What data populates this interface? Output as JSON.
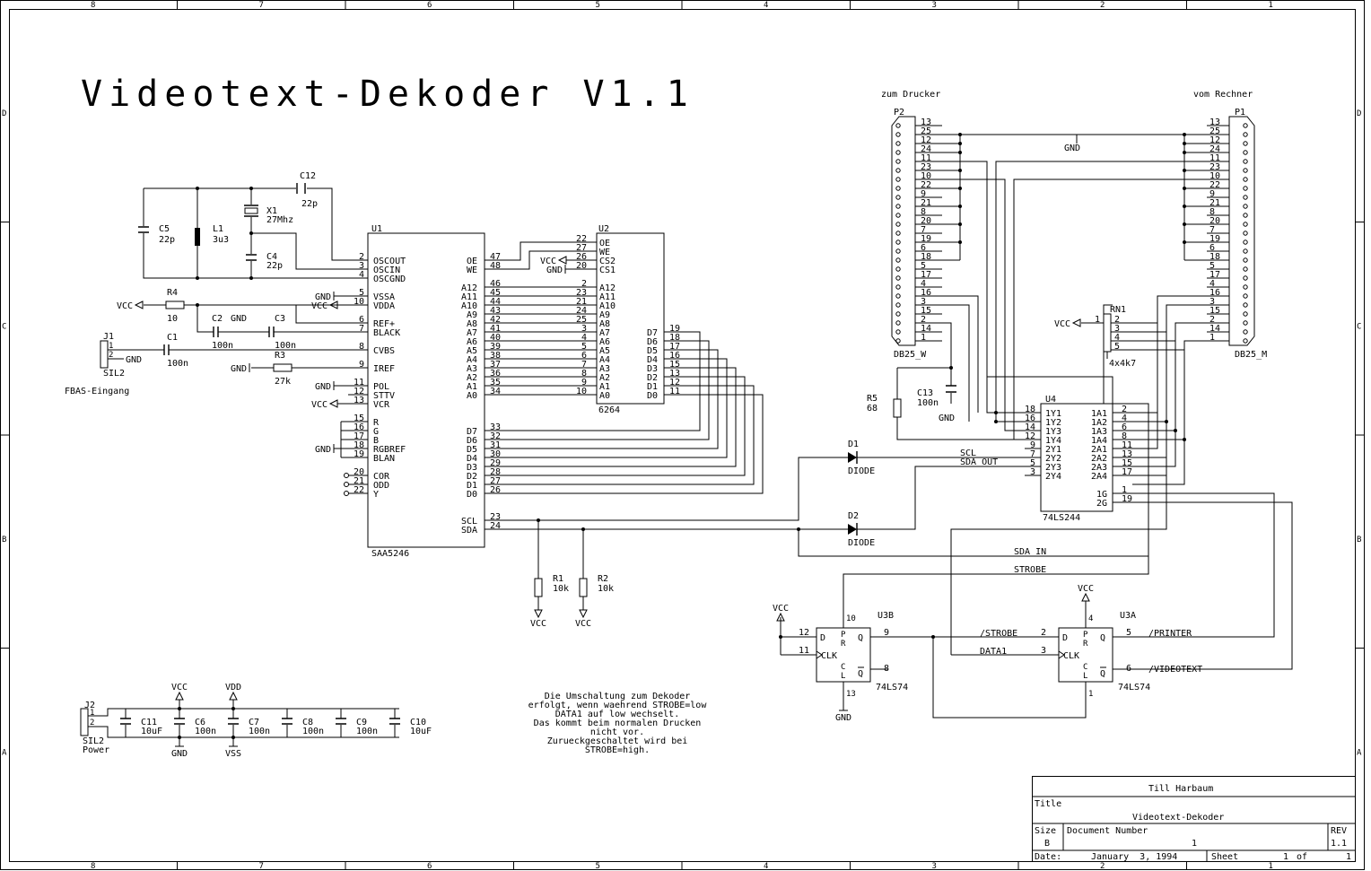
{
  "title": "Videotext-Dekoder V1.1",
  "frame": {
    "col_numbers": [
      "8",
      "7",
      "6",
      "5",
      "4",
      "3",
      "2",
      "1"
    ],
    "row_letters": [
      "D",
      "C",
      "B",
      "A"
    ]
  },
  "connectors": {
    "p2_caption": "zum Drucker",
    "p1_caption": "vom Rechner",
    "p2_ref": "P2",
    "p1_ref": "P1",
    "p2_type": "DB25_W",
    "p1_type": "DB25_M",
    "pins": [
      "13",
      "25",
      "12",
      "24",
      "11",
      "23",
      "10",
      "22",
      "9",
      "21",
      "8",
      "20",
      "7",
      "19",
      "6",
      "18",
      "5",
      "17",
      "4",
      "16",
      "3",
      "15",
      "2",
      "14",
      "1"
    ],
    "gnd": "GND"
  },
  "u1": {
    "ref": "U1",
    "part": "SAA5246",
    "left_pins": [
      {
        "num": "2",
        "name": "OSCOUT"
      },
      {
        "num": "3",
        "name": "OSCIN"
      },
      {
        "num": "4",
        "name": "OSCGND"
      },
      {
        "num": "5",
        "name": "VSSA"
      },
      {
        "num": "10",
        "name": "VDDA"
      },
      {
        "num": "6",
        "name": "REF+"
      },
      {
        "num": "7",
        "name": "BLACK"
      },
      {
        "num": "8",
        "name": "CVBS"
      },
      {
        "num": "9",
        "name": "IREF"
      },
      {
        "num": "11",
        "name": "POL"
      },
      {
        "num": "12",
        "name": "STTV"
      },
      {
        "num": "13",
        "name": "VCR"
      },
      {
        "num": "15",
        "name": "R"
      },
      {
        "num": "16",
        "name": "G"
      },
      {
        "num": "17",
        "name": "B"
      },
      {
        "num": "18",
        "name": "RGBREF"
      },
      {
        "num": "19",
        "name": "BLAN"
      },
      {
        "num": "20",
        "name": "COR"
      },
      {
        "num": "21",
        "name": "ODD"
      },
      {
        "num": "22",
        "name": "Y"
      }
    ],
    "right_pins": [
      {
        "name": "OE",
        "num": "47"
      },
      {
        "name": "WE",
        "num": "48"
      },
      {
        "name": "A12",
        "num": "46"
      },
      {
        "name": "A11",
        "num": "45"
      },
      {
        "name": "A10",
        "num": "44"
      },
      {
        "name": "A9",
        "num": "43"
      },
      {
        "name": "A8",
        "num": "42"
      },
      {
        "name": "A7",
        "num": "41"
      },
      {
        "name": "A6",
        "num": "40"
      },
      {
        "name": "A5",
        "num": "39"
      },
      {
        "name": "A4",
        "num": "38"
      },
      {
        "name": "A3",
        "num": "37"
      },
      {
        "name": "A2",
        "num": "36"
      },
      {
        "name": "A1",
        "num": "35"
      },
      {
        "name": "A0",
        "num": "34"
      },
      {
        "name": "D7",
        "num": "33"
      },
      {
        "name": "D6",
        "num": "32"
      },
      {
        "name": "D5",
        "num": "31"
      },
      {
        "name": "D4",
        "num": "30"
      },
      {
        "name": "D3",
        "num": "29"
      },
      {
        "name": "D2",
        "num": "28"
      },
      {
        "name": "D1",
        "num": "27"
      },
      {
        "name": "D0",
        "num": "26"
      },
      {
        "name": "SCL",
        "num": "23"
      },
      {
        "name": "SDA",
        "num": "24"
      }
    ]
  },
  "u2": {
    "ref": "U2",
    "part": "6264",
    "left_pins": [
      {
        "num": "22",
        "name": "OE"
      },
      {
        "num": "27",
        "name": "WE"
      },
      {
        "num": "26",
        "name": "CS2"
      },
      {
        "num": "20",
        "name": "CS1"
      },
      {
        "num": "2",
        "name": "A12"
      },
      {
        "num": "23",
        "name": "A11"
      },
      {
        "num": "21",
        "name": "A10"
      },
      {
        "num": "24",
        "name": "A9"
      },
      {
        "num": "25",
        "name": "A8"
      },
      {
        "num": "3",
        "name": "A7"
      },
      {
        "num": "4",
        "name": "A6"
      },
      {
        "num": "5",
        "name": "A5"
      },
      {
        "num": "6",
        "name": "A4"
      },
      {
        "num": "7",
        "name": "A3"
      },
      {
        "num": "8",
        "name": "A2"
      },
      {
        "num": "9",
        "name": "A1"
      },
      {
        "num": "10",
        "name": "A0"
      }
    ],
    "right_pins": [
      {
        "name": "D7",
        "num": "19"
      },
      {
        "name": "D6",
        "num": "18"
      },
      {
        "name": "D5",
        "num": "17"
      },
      {
        "name": "D4",
        "num": "16"
      },
      {
        "name": "D3",
        "num": "15"
      },
      {
        "name": "D2",
        "num": "13"
      },
      {
        "name": "D1",
        "num": "12"
      },
      {
        "name": "D0",
        "num": "11"
      }
    ]
  },
  "u4": {
    "ref": "U4",
    "part": "74LS244",
    "left_pins": [
      {
        "num": "18",
        "name": "1Y1"
      },
      {
        "num": "16",
        "name": "1Y2"
      },
      {
        "num": "14",
        "name": "1Y3"
      },
      {
        "num": "12",
        "name": "1Y4"
      },
      {
        "num": "9",
        "name": "2Y1"
      },
      {
        "num": "7",
        "name": "2Y2"
      },
      {
        "num": "5",
        "name": "2Y3"
      },
      {
        "num": "3",
        "name": "2Y4"
      }
    ],
    "right_pins": [
      {
        "name": "1A1",
        "num": "2"
      },
      {
        "name": "1A2",
        "num": "4"
      },
      {
        "name": "1A3",
        "num": "6"
      },
      {
        "name": "1A4",
        "num": "8"
      },
      {
        "name": "2A1",
        "num": "11"
      },
      {
        "name": "2A2",
        "num": "13"
      },
      {
        "name": "2A3",
        "num": "15"
      },
      {
        "name": "2A4",
        "num": "17"
      },
      {
        "name": "1G",
        "num": "1"
      },
      {
        "name": "2G",
        "num": "19"
      }
    ]
  },
  "u3b": {
    "ref": "U3B",
    "part": "74LS74",
    "d_num": "12",
    "clk_num": "11",
    "q_num": "9",
    "qn_num": "8",
    "pr_num": "10",
    "cl_num": "13"
  },
  "u3a": {
    "ref": "U3A",
    "part": "74LS74",
    "d_num": "2",
    "clk_num": "3",
    "q_num": "5",
    "qn_num": "6",
    "pr_num": "4",
    "cl_num": "1"
  },
  "pin_letters": {
    "d": "D",
    "clk": "CLK",
    "q": "Q",
    "qn": "Q",
    "p": "P",
    "r": "R",
    "c": "C",
    "l": "L"
  },
  "rn1": {
    "ref": "RN1",
    "value": "4x4k7",
    "pins": [
      "1",
      "2",
      "3",
      "4",
      "5"
    ]
  },
  "parts": {
    "C12": {
      "ref": "C12",
      "value": "22p"
    },
    "C5": {
      "ref": "C5",
      "value": "22p"
    },
    "L1": {
      "ref": "L1",
      "value": "3u3"
    },
    "X1": {
      "ref": "X1",
      "value": "27Mhz"
    },
    "C4": {
      "ref": "C4",
      "value": "22p"
    },
    "R4": {
      "ref": "R4",
      "value": "10"
    },
    "C2": {
      "ref": "C2",
      "value": "100n"
    },
    "C3": {
      "ref": "C3",
      "value": "100n"
    },
    "C1": {
      "ref": "C1",
      "value": "100n"
    },
    "R3": {
      "ref": "R3",
      "value": "27k"
    },
    "J1": {
      "ref": "J1",
      "value": "SIL2",
      "caption": "FBAS-Eingang",
      "pin1": "1",
      "pin2": "2"
    },
    "R1": {
      "ref": "R1",
      "value": "10k"
    },
    "R2": {
      "ref": "R2",
      "value": "10k"
    },
    "R5": {
      "ref": "R5",
      "value": "68"
    },
    "C13": {
      "ref": "C13",
      "value": "100n"
    },
    "D1": {
      "ref": "D1",
      "value": "DIODE"
    },
    "D2": {
      "ref": "D2",
      "value": "DIODE"
    },
    "J2": {
      "ref": "J2",
      "value": "SIL2",
      "caption": "Power",
      "pin1": "1",
      "pin2": "2"
    },
    "C11": {
      "ref": "C11",
      "value": "10uF"
    },
    "C6": {
      "ref": "C6",
      "value": "100n"
    },
    "C7": {
      "ref": "C7",
      "value": "100n"
    },
    "C8": {
      "ref": "C8",
      "value": "100n"
    },
    "C9": {
      "ref": "C9",
      "value": "100n"
    },
    "C10": {
      "ref": "C10",
      "value": "10uF"
    }
  },
  "supply": {
    "vcc": "VCC",
    "gnd": "GND",
    "vdd": "VDD",
    "vss": "VSS"
  },
  "nets": {
    "scl": "SCL",
    "sda_out": "SDA_OUT",
    "sda_in": "SDA_IN",
    "strobe": "STROBE",
    "strobe_n": "/STROBE",
    "data1": "DATA1",
    "printer": "/PRINTER",
    "videotext": "/VIDEOTEXT"
  },
  "note": [
    "Die Umschaltung zum Dekoder",
    "erfolgt, wenn waehrend STROBE=low",
    "DATA1 auf low wechselt.",
    "Das kommt beim normalen Drucken",
    "nicht vor.",
    "Zurueckgeschaltet wird bei",
    "STROBE=high."
  ],
  "titleblock": {
    "company": "Till Harbaum",
    "title_label": "Title",
    "title": "Videotext-Dekoder",
    "size_label": "Size",
    "size": "B",
    "docnum_label": "Document Number",
    "docnum": "1",
    "rev_label": "REV",
    "rev": "1.1",
    "date_label": "Date:",
    "date": "January  3, 1994",
    "sheet_label": "Sheet",
    "sheet": "1",
    "of_label": "of",
    "of": "1"
  }
}
